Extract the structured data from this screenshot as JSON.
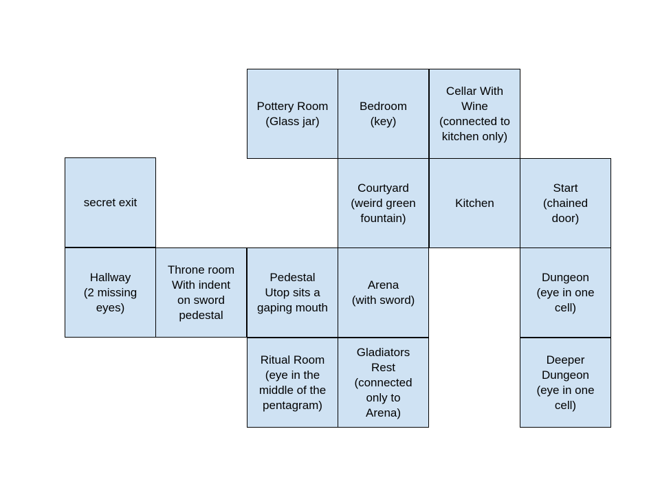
{
  "colors": {
    "room_fill": "#cfe2f3",
    "room_border": "#000000",
    "background": "#ffffff"
  },
  "rooms": {
    "pottery_room": "Pottery Room\n(Glass jar)",
    "bedroom": "Bedroom\n(key)",
    "cellar": "Cellar With\nWine\n(connected to\nkitchen only)",
    "secret_exit": "secret exit",
    "courtyard": "Courtyard\n(weird green\nfountain)",
    "kitchen": "Kitchen",
    "start": "Start\n(chained\ndoor)",
    "hallway": "Hallway\n(2 missing\neyes)",
    "throne_room": "Throne room\nWith indent\non sword\npedestal",
    "pedestal": "Pedestal\nUtop sits a\ngaping mouth",
    "arena": "Arena\n(with sword)",
    "dungeon": "Dungeon\n(eye in one\ncell)",
    "ritual_room": "Ritual Room\n(eye in the\nmiddle of the\npentagram)",
    "gladiators_rest": "Gladiators\nRest\n(connected\nonly to\nArena)",
    "deeper_dungeon": "Deeper\nDungeon\n(eye in one\ncell)"
  }
}
